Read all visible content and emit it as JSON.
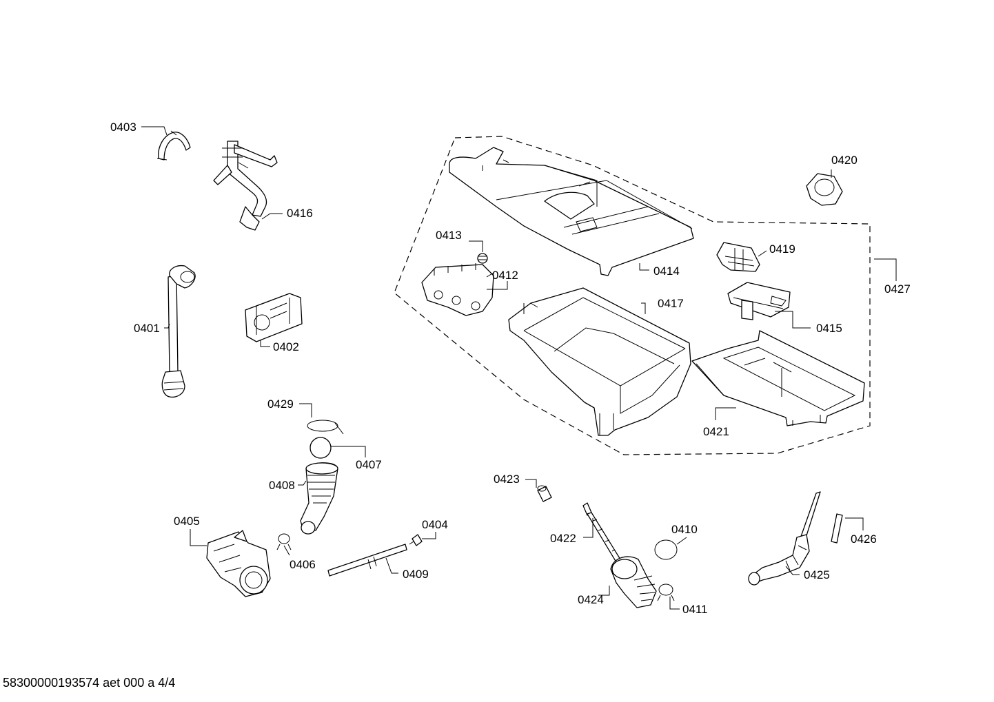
{
  "diagram": {
    "labels": {
      "p0403": "0403",
      "p0416": "0416",
      "p0401": "0401",
      "p0402": "0402",
      "p0429": "0429",
      "p0407": "0407",
      "p0408": "0408",
      "p0405": "0405",
      "p0406": "0406",
      "p0404": "0404",
      "p0409": "0409",
      "p0413": "0413",
      "p0412": "0412",
      "p0414": "0414",
      "p0417": "0417",
      "p0420": "0420",
      "p0419": "0419",
      "p0427": "0427",
      "p0415": "0415",
      "p0421": "0421",
      "p0423": "0423",
      "p0422": "0422",
      "p0410": "0410",
      "p0424": "0424",
      "p0411": "0411",
      "p0425": "0425",
      "p0426": "0426"
    },
    "footer": "58300000193574 aet 000 a 4/4"
  }
}
